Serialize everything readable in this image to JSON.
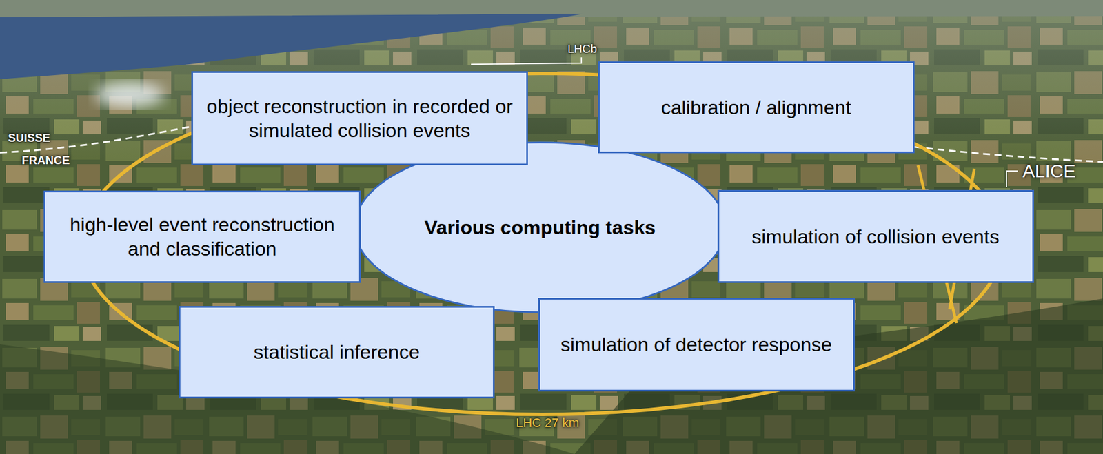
{
  "diagram": {
    "nodes": [
      {
        "text": [
          "object reconstruction in recorded or simulated collision events"
        ]
      },
      {
        "text": [
          "calibration / alignment"
        ]
      },
      {
        "text": [
          "high-level event reconstruction and classification"
        ]
      },
      {
        "text": [
          "Various computing tasks"
        ]
      },
      {
        "text": [
          "simulation of collision events"
        ]
      },
      {
        "text": [
          "statistical inference"
        ]
      },
      {
        "text": [
          "simulation of detector response"
        ]
      }
    ],
    "labels": [
      "LHCb",
      "SUISSE",
      "FRANCE",
      "ALICE",
      "LHC 27 km"
    ]
  }
}
